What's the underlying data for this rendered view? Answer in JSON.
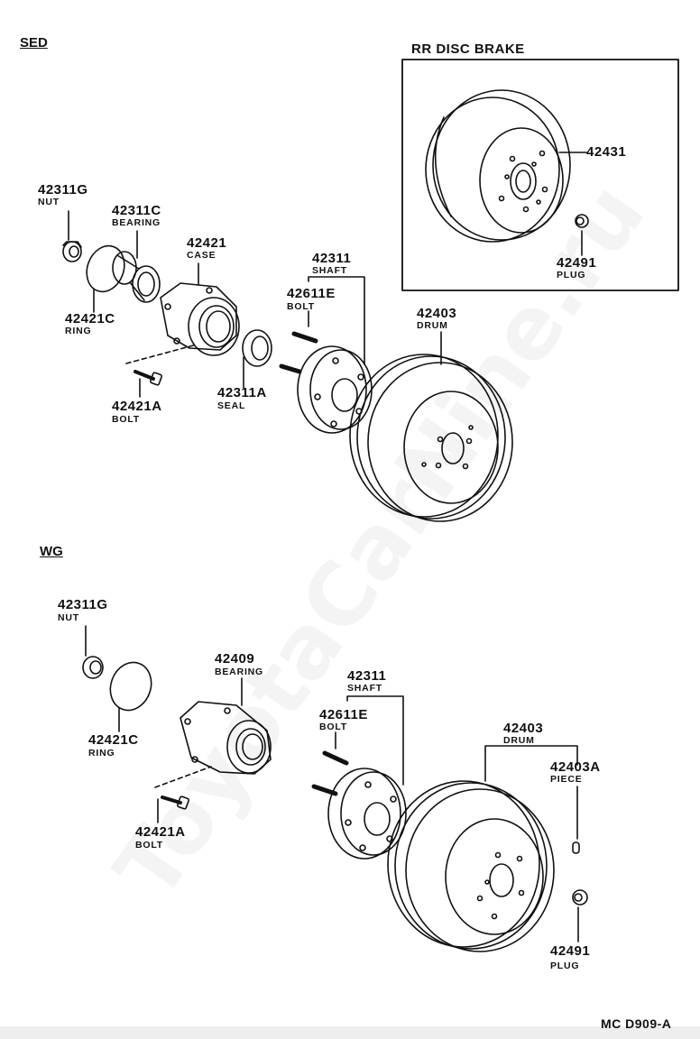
{
  "watermark": "ToyotaCarNine.ru",
  "code": "MC D909-A",
  "sections": {
    "sed": "SED",
    "wg": "WG",
    "disc": "RR DISC BRAKE"
  },
  "sed": {
    "nut_num": "42311G",
    "nut_name": "NUT",
    "bearing_num": "42311C",
    "bearing_name": "BEARING",
    "case_num": "42421",
    "case_name": "CASE",
    "shaft_num": "42311",
    "shaft_name": "SHAFT",
    "bolt_num": "42611E",
    "bolt_name": "BOLT",
    "ring_num": "42421C",
    "ring_name": "RING",
    "drum_num": "42403",
    "drum_name": "DRUM",
    "bolt2_num": "42421A",
    "bolt2_name": "BOLT",
    "seal_num": "42311A",
    "seal_name": "SEAL"
  },
  "disc": {
    "rotor_num": "42431",
    "plug_num": "42491",
    "plug_name": "PLUG"
  },
  "wg": {
    "nut_num": "42311G",
    "nut_name": "NUT",
    "bearing_num": "42409",
    "bearing_name": "BEARING",
    "shaft_num": "42311",
    "shaft_name": "SHAFT",
    "bolt_num": "42611E",
    "bolt_name": "BOLT",
    "ring_num": "42421C",
    "ring_name": "RING",
    "drum_num": "42403",
    "drum_name": "DRUM",
    "piece_num": "42403A",
    "piece_name": "PIECE",
    "bolt2_num": "42421A",
    "bolt2_name": "BOLT",
    "plug_num": "42491",
    "plug_name": "PLUG"
  }
}
